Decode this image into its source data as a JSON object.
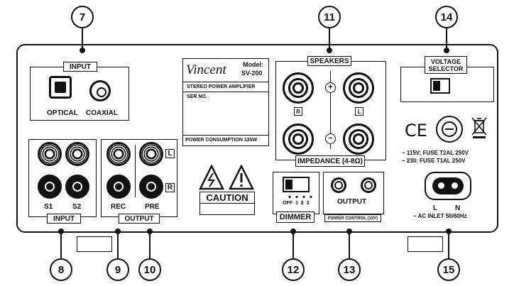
{
  "callouts": [
    "7",
    "8",
    "9",
    "10",
    "11",
    "12",
    "13",
    "14",
    "15"
  ],
  "input_digital": {
    "title": "INPUT",
    "optical": "OPTICAL",
    "coaxial": "COAXIAL"
  },
  "input_analog": {
    "title": "INPUT",
    "s1": "S1",
    "s2": "S2"
  },
  "output_preout": {
    "title": "OUTPUT",
    "rec": "REC",
    "pre": "PRE",
    "left": "L",
    "right": "R"
  },
  "plate": {
    "brand": "Vincent",
    "model_label": "Model:",
    "model": "SV-200",
    "description": "STEREO POWER AMPLIFIER",
    "serial": "SER NO.",
    "power": "POWER CONSUMPTION 125W"
  },
  "caution": "CAUTION",
  "speakers": {
    "title": "SPEAKERS",
    "right": "R",
    "left": "L",
    "plus": "+",
    "minus": "−",
    "impedance": "IMPEDANCE (4-8Ω)"
  },
  "dimmer": {
    "title": "DIMMER",
    "positions": "OFF 1 2 3"
  },
  "power_control": {
    "output": "OUTPUT",
    "caption": "POWER CONTROL (12V)"
  },
  "voltage": {
    "line1": "VOLTAGE",
    "line2": "SELECTOR"
  },
  "certifications": {
    "ce": "CE"
  },
  "fuses": {
    "line1": "~ 115V: FUSE T2AL 250V",
    "line2": "~ 230: FUSE T1AL 250V"
  },
  "ac_inlet": {
    "l": "L",
    "n": "N",
    "label": "~ AC INLET 50/60Hz"
  }
}
